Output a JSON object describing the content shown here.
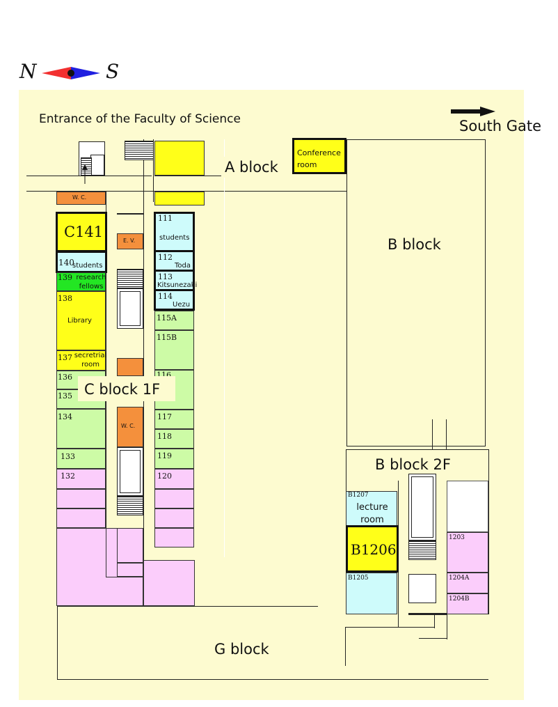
{
  "compass": {
    "north": "N",
    "south": "S"
  },
  "entrance": "Entrance of the Faculty of Science",
  "south_gate": "South Gate",
  "blocks": {
    "a": "A block",
    "b": "B block",
    "c1f": "C block 1F",
    "b2f": "B block 2F",
    "g": "G block"
  },
  "conference": "Conference room",
  "wc_top": "W. C.",
  "wc_mid": "W. C.",
  "ev": "E. V.",
  "rooms": {
    "c141": "C141",
    "r140": "140",
    "r140_label": "students",
    "r139": "139",
    "r139_label": "research fellows",
    "r138": "138",
    "r138_label": "Library",
    "r137": "137",
    "r137_label": "secretrial room",
    "r136": "136",
    "r135": "135",
    "r134": "134",
    "r133": "133",
    "r132": "132",
    "r111": "111",
    "r111_label": "students",
    "r112": "112",
    "r112_label": "Toda",
    "r113": "113",
    "r113_label": "Kitsunezaki",
    "r114": "114",
    "r114_label": "Uezu",
    "r115a": "115A",
    "r115b": "115B",
    "r116": "116",
    "r117": "117",
    "r118": "118",
    "r119": "119",
    "r120": "120",
    "b1207": "B1207",
    "b1207_label": "lecture room",
    "b1206": "B1206",
    "b1205": "B1205",
    "r1203": "1203",
    "r1204a": "1204A",
    "r1204b": "1204B"
  }
}
